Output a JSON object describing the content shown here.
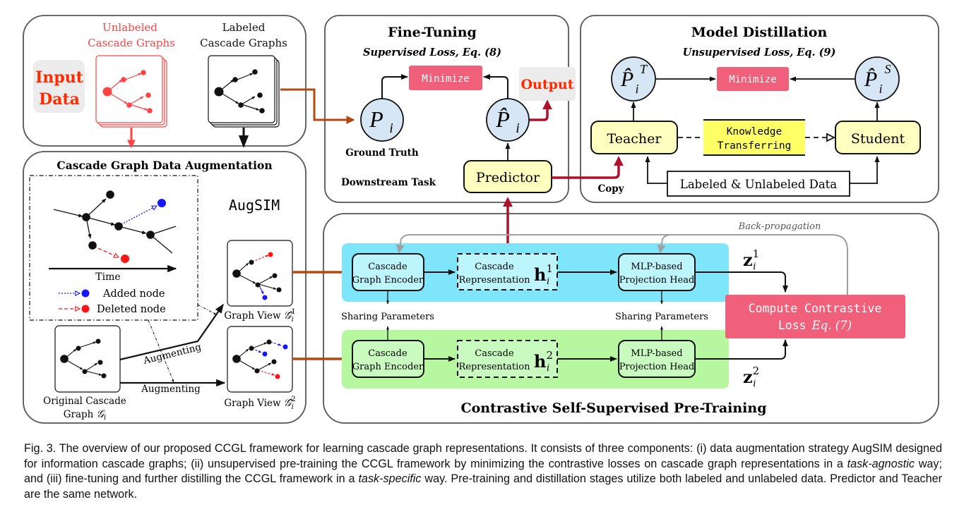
{
  "input_data": {
    "title_line1": "Input",
    "title_line2": "Data",
    "unlabeled_line1": "Unlabeled",
    "unlabeled_line2": "Cascade Graphs",
    "labeled_line1": "Labeled",
    "labeled_line2": "Cascade Graphs"
  },
  "fine_tuning": {
    "title": "Fine-Tuning",
    "subtitle": "Supervised Loss, Eq. (8)",
    "minimize": "Minimize",
    "output": "Output",
    "ground_truth_node": "P",
    "ground_truth_sub": "i",
    "prediction_node": "P̂",
    "prediction_sub": "i",
    "ground_truth_label": "Ground Truth",
    "downstream_label": "Downstream Task",
    "predictor": "Predictor"
  },
  "distillation": {
    "title": "Model Distillation",
    "subtitle": "Unsupervised Loss, Eq. (9)",
    "minimize": "Minimize",
    "teacher_node": "P̂",
    "teacher_sup": "T",
    "teacher_sub": "i",
    "student_node": "P̂",
    "student_sup": "S",
    "student_sub": "i",
    "teacher": "Teacher",
    "student": "Student",
    "knowledge_line1": "Knowledge",
    "knowledge_line2": "Transferring",
    "data_box": "Labeled & Unlabeled Data",
    "copy": "Copy"
  },
  "augmentation": {
    "title": "Cascade Graph Data Augmentation",
    "method": "AugSIM",
    "time_label": "Time",
    "legend_added": "Added node",
    "legend_deleted": "Deleted node",
    "original_line1": "Original Cascade",
    "original_line2": "Graph",
    "original_symbol": "𝒢",
    "original_sub": "i",
    "view1_label": "Graph View",
    "view1_sup": "1",
    "view2_label": "Graph View",
    "view2_sup": "2",
    "view_symbol": "𝒢̂",
    "view_sub": "i",
    "augmenting_upper": "Augmenting",
    "augmenting_lower": "Augmenting"
  },
  "pretraining": {
    "title": "Contrastive Self-Supervised Pre-Training",
    "back_propagation": "Back-propagation",
    "encoder_line1": "Cascade",
    "encoder_line2": "Graph Encoder",
    "repr_line1": "Cascade",
    "repr_line2": "Representation",
    "repr_symbol": "h",
    "repr_sub": "i",
    "repr1_sup": "1",
    "repr2_sup": "2",
    "head_line1": "MLP-based",
    "head_line2": "Projection Head",
    "sharing": "Sharing Parameters",
    "z_symbol": "z",
    "z_sub": "i",
    "z1_sup": "1",
    "z2_sup": "2",
    "loss_line1": "Compute Contrastive",
    "loss_line2_mono": "Loss",
    "loss_line2_eq": "Eq. (7)"
  },
  "colors": {
    "red_input": "#ff4444",
    "red_title": "#ff2a00",
    "orange_flow": "#b5480f",
    "crimson_flow": "#b0102a",
    "minimize_pink": "#f0607a",
    "node_blue": "#d6e6f4",
    "yellow_box": "#ffffc0",
    "knowledge_yellow": "#ffff66",
    "cyan_band": "#7fe5fa",
    "cyan_box": "#bdf5fd",
    "green_band": "#b6f7a0",
    "green_box": "#c9fbc0",
    "gray_badge": "#ececec",
    "added_blue": "#1515ff",
    "deleted_red": "#ff1515",
    "panel_border": "#555555"
  },
  "caption": {
    "p1": "Fig. 3. The overview of our proposed CCGL framework for learning cascade graph representations. It consists of three components: (i) data augmentation strategy AugSIM designed for information cascade graphs; (ii) unsupervised pre-training the CCGL framework by minimizing the contrastive losses on cascade graph representations in a ",
    "i1": "task-agnostic",
    "p2": " way; and (iii) fine-tuning and further distilling the CCGL framework in a ",
    "i2": "task-specific",
    "p3": " way. Pre-training and distillation stages utilize both labeled and unlabeled data. Predictor and Teacher are the same network."
  }
}
